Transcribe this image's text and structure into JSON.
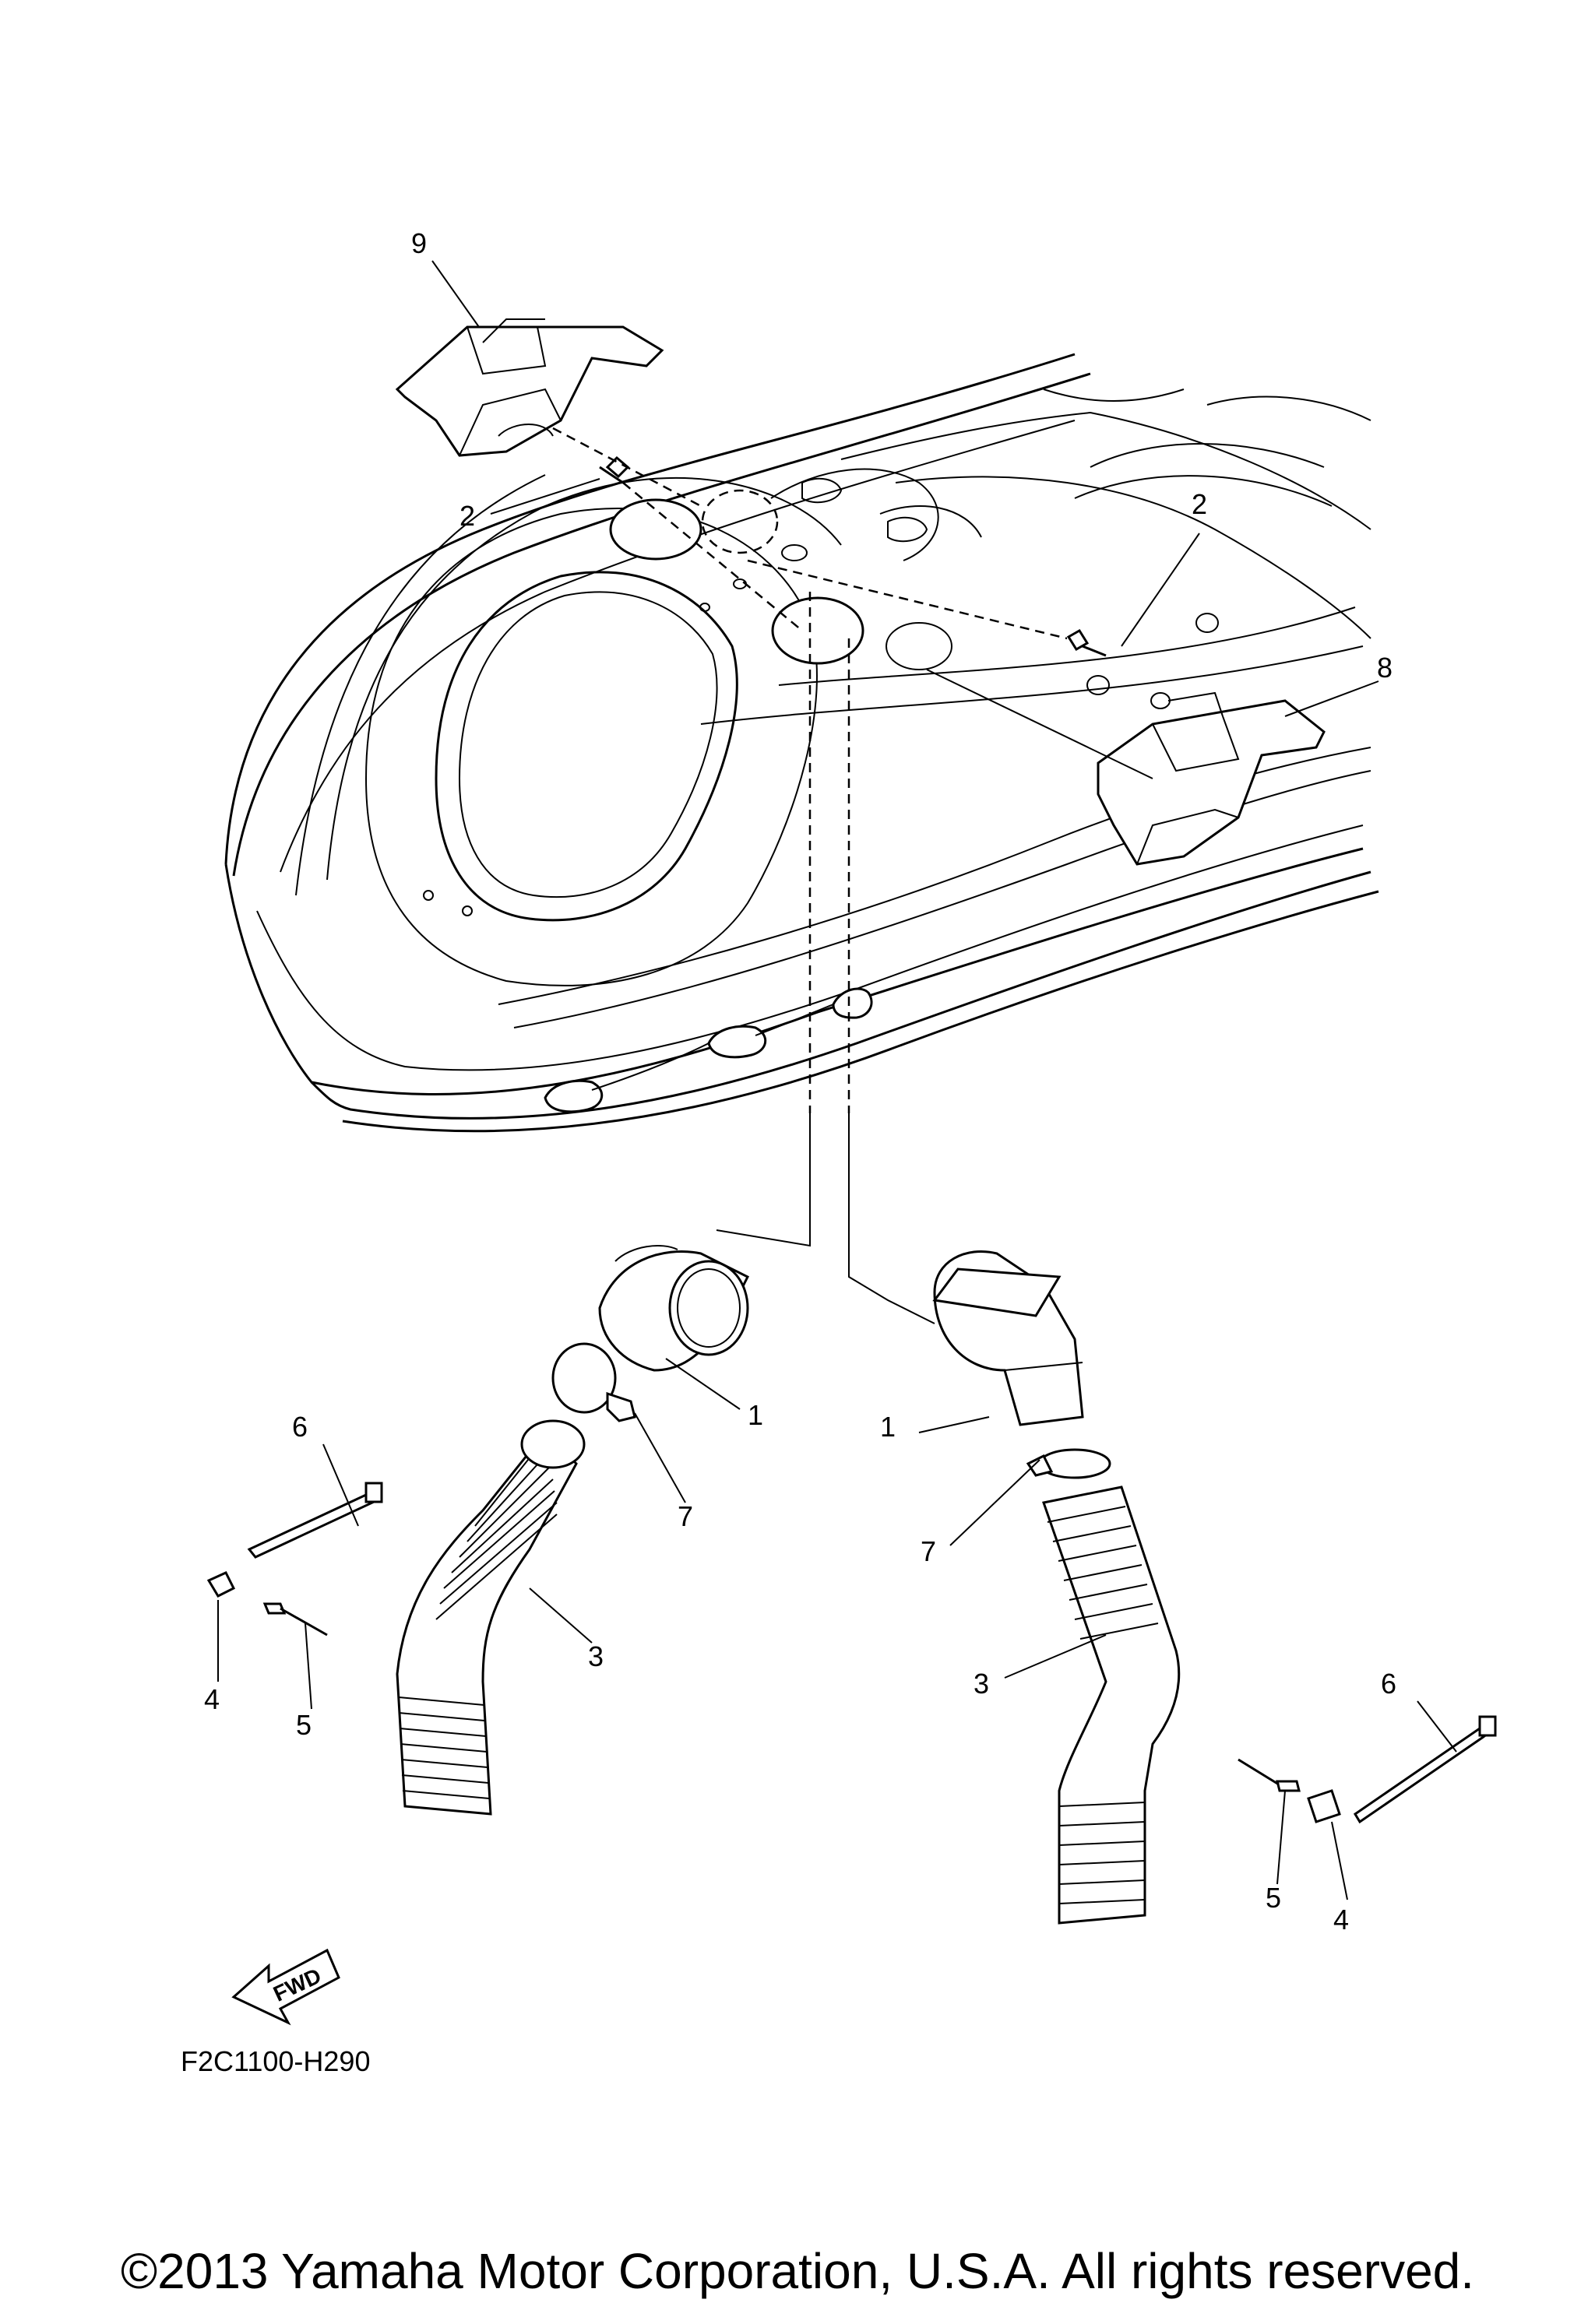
{
  "diagram": {
    "callouts": [
      {
        "id": "c9",
        "label": "9"
      },
      {
        "id": "c2a",
        "label": "2"
      },
      {
        "id": "c2b",
        "label": "2"
      },
      {
        "id": "c8",
        "label": "8"
      },
      {
        "id": "c1a",
        "label": "1"
      },
      {
        "id": "c1b",
        "label": "1"
      },
      {
        "id": "c7a",
        "label": "7"
      },
      {
        "id": "c7b",
        "label": "7"
      },
      {
        "id": "c6a",
        "label": "6"
      },
      {
        "id": "c6b",
        "label": "6"
      },
      {
        "id": "c3a",
        "label": "3"
      },
      {
        "id": "c3b",
        "label": "3"
      },
      {
        "id": "c4a",
        "label": "4"
      },
      {
        "id": "c4b",
        "label": "4"
      },
      {
        "id": "c5a",
        "label": "5"
      },
      {
        "id": "c5b",
        "label": "5"
      }
    ],
    "fwd_label": "FWD",
    "drawing_code": "F2C1100-H290"
  },
  "footer": {
    "copyright": "©2013 Yamaha Motor Corporation, U.S.A. All rights reserved."
  }
}
